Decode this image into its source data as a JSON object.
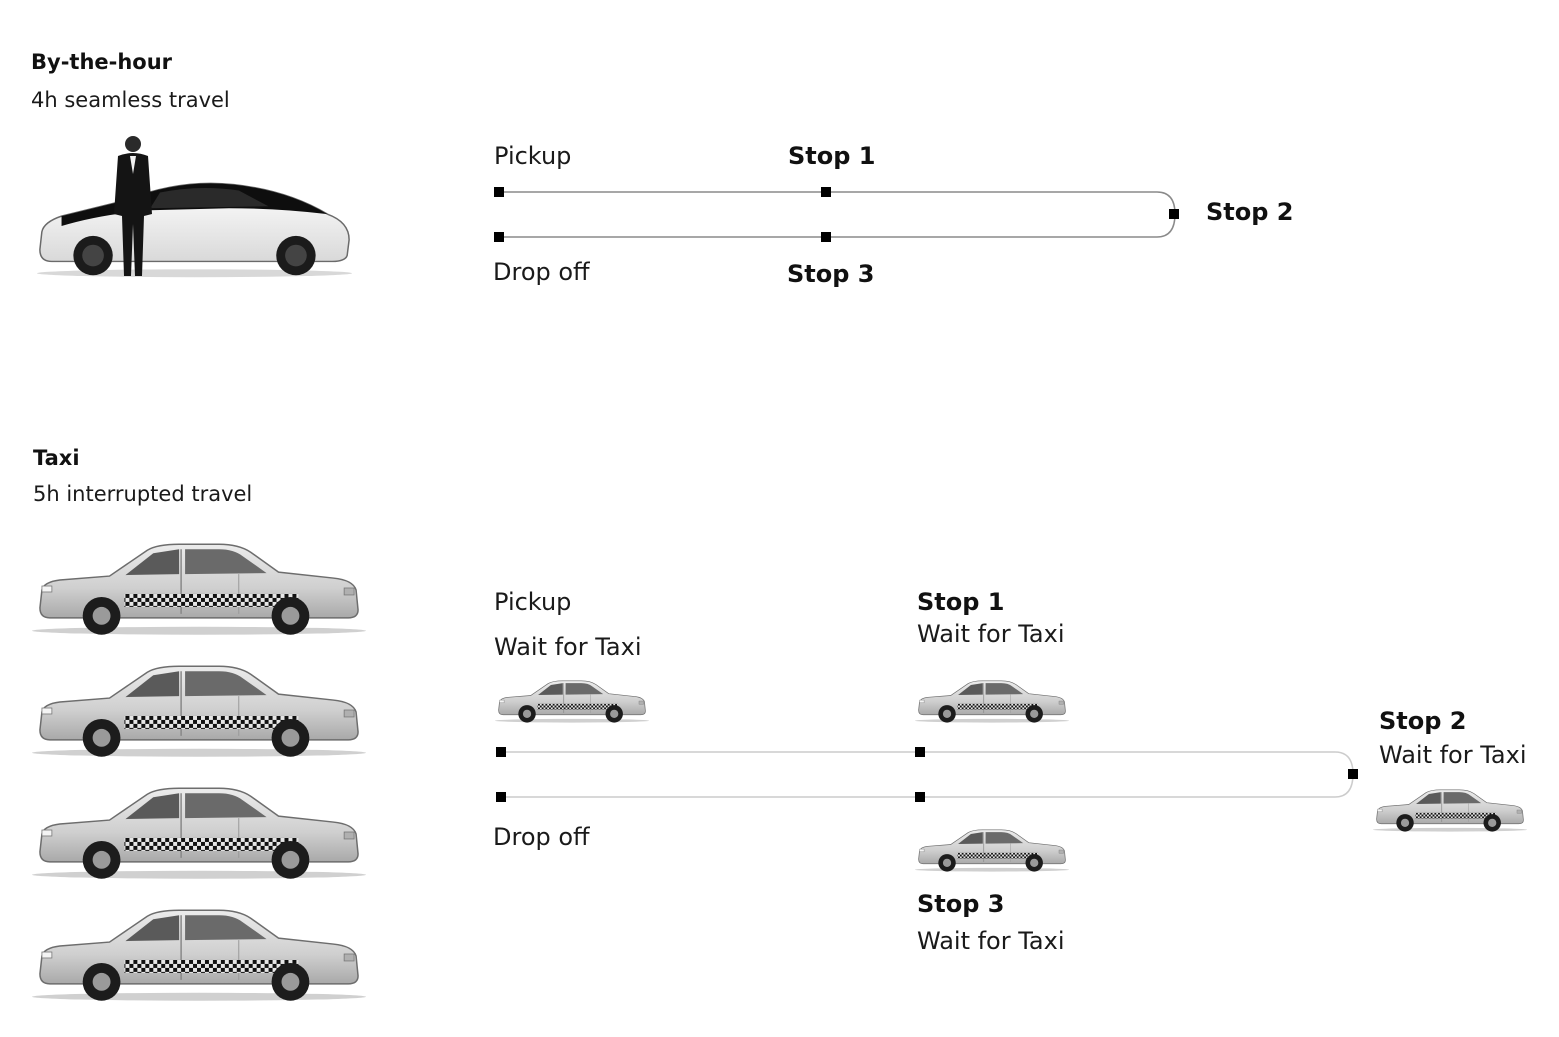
{
  "hourly": {
    "title": "By-the-hour",
    "subtitle": "4h seamless travel",
    "pickup": "Pickup",
    "dropoff": "Drop off",
    "stop1": "Stop 1",
    "stop2": "Stop 2",
    "stop3": "Stop 3",
    "vehicle_icon": "chauffeur-sedan-image"
  },
  "taxi": {
    "title": "Taxi",
    "subtitle": "5h interrupted travel",
    "pickup": "Pickup",
    "pickup_wait": "Wait for Taxi",
    "dropoff": "Drop off",
    "stop1": "Stop 1",
    "stop1_wait": "Wait for Taxi",
    "stop2": "Stop 2",
    "stop2_wait": "Wait for Taxi",
    "stop3": "Stop 3",
    "stop3_wait": "Wait for Taxi",
    "vehicle_icon": "taxi-car-image",
    "fleet_count": 4
  },
  "colors": {
    "route_line_hourly": "#888888",
    "route_line_taxi": "#c8c8c8",
    "node": "#000000",
    "taxi_body": "#d6d6d6",
    "sedan_top": "#111111",
    "sedan_body": "#f2f2f2"
  }
}
